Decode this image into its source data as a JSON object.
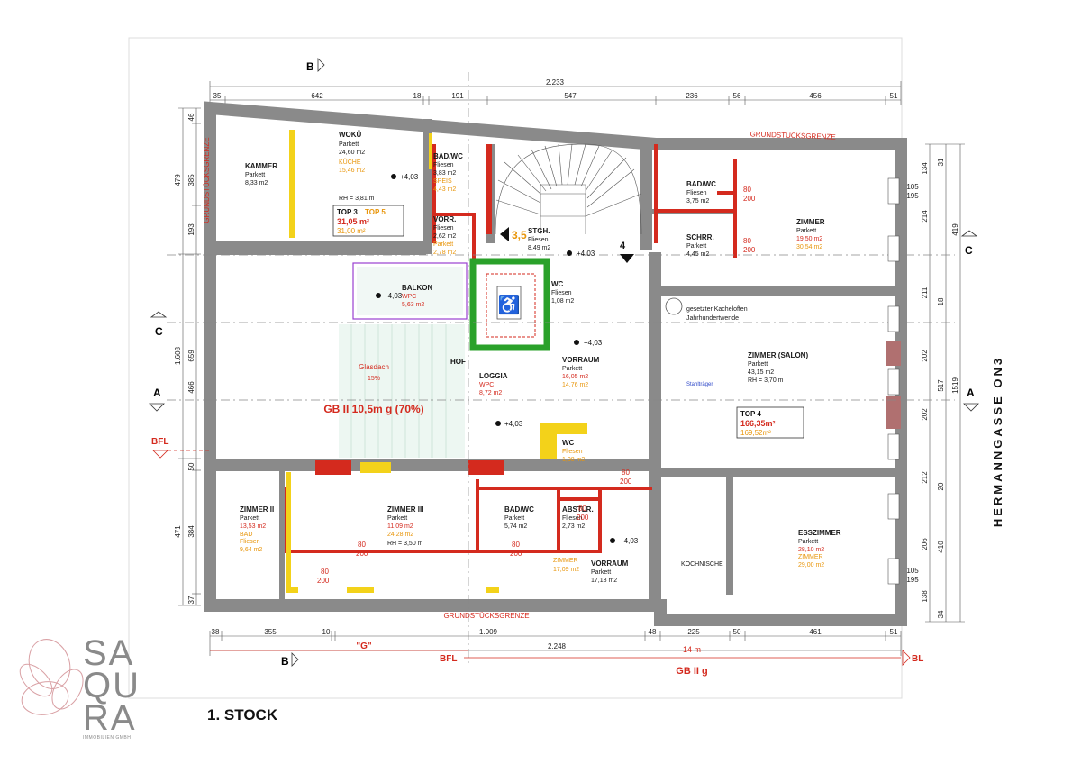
{
  "floor_label": "1. STOCK",
  "street": "HERMANNGASSE ON3",
  "boundary": "GRUNDSTÜCKSGRENZE",
  "sections": {
    "a": "A",
    "b": "B",
    "c": "C"
  },
  "bfl": "BFL",
  "bl": "BL",
  "g_label": "\"G\"",
  "gb_label": "GB II g",
  "gb_main": "GB II 10,5m g (70%)",
  "width_14m": "14 m",
  "glasdach": "Glasdach",
  "glasdach_pct": "15%",
  "hof": "HOF",
  "kacheloffen": [
    "gesetzter Kacheloffen",
    "Jahrhundertwende"
  ],
  "stahltraeger": "Stahlträger",
  "logo": {
    "letters": [
      "SA",
      "QU",
      "RA"
    ],
    "subtitle": "IMMOBILIEN GMBH"
  },
  "dims_top": [
    "35",
    "642",
    "18",
    "191",
    "547",
    "236",
    "56",
    "456",
    "51"
  ],
  "dims_top_total": "2.233",
  "dims_bottom": [
    "38",
    "355",
    "10",
    "1.009",
    "48",
    "225",
    "50",
    "461",
    "51"
  ],
  "dims_bottom_total": "2.248",
  "dims_left": [
    "46",
    "479",
    "385",
    "193",
    "659",
    "466",
    "1.608",
    "50",
    "471",
    "384",
    "37"
  ],
  "dims_right": [
    "134",
    "31",
    "419",
    "105",
    "195",
    "214",
    "211",
    "18",
    "202",
    "517",
    "1519",
    "202",
    "212",
    "20",
    "206",
    "410",
    "105",
    "195",
    "138",
    "34"
  ],
  "rooms": [
    {
      "name": "KAMMER",
      "sub": "Parkett",
      "area": "8,33 m2"
    },
    {
      "name": "WOKÜ",
      "sub": "Parkett",
      "area": "24,60 m2",
      "extra": "KÜCHE",
      "extra2": "15,46 m2",
      "rh": "RH = 3,81 m"
    },
    {
      "name": "BAD/WC",
      "sub": "Fliesen",
      "area": "3,83 m2",
      "extra": "SPEIS",
      "extra2": "4,43 m2"
    },
    {
      "name": "VORR.",
      "sub": "Fliesen",
      "area": "2,62 m2",
      "extra": "Parkett",
      "extra2": "2,78 m2"
    },
    {
      "name": "STGH.",
      "sub": "Fliesen",
      "area": "8,49 m2"
    },
    {
      "name": "BAD/WC",
      "sub": "Fliesen",
      "area": "3,75 m2"
    },
    {
      "name": "SCHRR.",
      "sub": "Parkett",
      "area": "4,45 m2"
    },
    {
      "name": "ZIMMER",
      "sub": "Parkett",
      "area": "19,50 m2",
      "extra2": "30,54 m2"
    },
    {
      "name": "BALKON",
      "sub": "WPC",
      "area": "5,63 m2"
    },
    {
      "name": "WC",
      "sub": "Fliesen",
      "area": "1,08 m2"
    },
    {
      "name": "ZIMMER (SALON)",
      "sub": "Parkett",
      "area": "43,15 m2",
      "rh": "RH = 3,70 m"
    },
    {
      "name": "LOGGIA",
      "sub": "WPC",
      "area": "8,72 m2"
    },
    {
      "name": "VORRAUM",
      "sub": "Parkett",
      "area": "16,05 m2",
      "extra2": "14,76 m2"
    },
    {
      "name": "WC",
      "sub": "Fliesen",
      "area": "1,08 m2"
    },
    {
      "name": "ZIMMER II",
      "sub": "Parkett",
      "area": "13,53 m2",
      "extra": "BAD",
      "extra3": "Fliesen",
      "extra2": "9,64 m2"
    },
    {
      "name": "ZIMMER III",
      "sub": "Parkett",
      "area": "11,09 m2",
      "extra2": "24,28 m2",
      "rh": "RH = 3,50 m"
    },
    {
      "name": "BAD/WC",
      "sub": "Parkett",
      "area": "5,74 m2"
    },
    {
      "name": "ABSTLR.",
      "sub": "Fliesen",
      "area": "2,73 m2"
    },
    {
      "name": "VORRAUM",
      "sub": "Parkett",
      "area": "17,18 m2",
      "extra": "ZIMMER",
      "extra2": "17,09 m2"
    },
    {
      "name": "ESSZIMMER",
      "sub": "Parkett",
      "area": "28,10 m2",
      "extra": "ZIMMER",
      "extra2": "29,00 m2"
    },
    {
      "name": "KOCHNISCHE",
      "sub": "",
      "area": ""
    }
  ],
  "tops": [
    {
      "label": "TOP 3",
      "label2": "TOP 5",
      "area": "31,05 m²",
      "area2": "31,00 m²"
    },
    {
      "label": "TOP 4",
      "area": "166,35m²",
      "area2": "169,52m²"
    }
  ],
  "levels": [
    "+4,03",
    "+4,03",
    "+4,03",
    "+4,03",
    "+4,03",
    "+4,03"
  ],
  "door": {
    "w": "80",
    "h": "200"
  },
  "colors": {
    "wall": "#8a8a8a",
    "red": "#d42a1e",
    "orange": "#e8960c",
    "yellow": "#f3d21a",
    "green": "#2aa12a",
    "blue": "#2b46c8",
    "purple": "#9a3fd0"
  }
}
